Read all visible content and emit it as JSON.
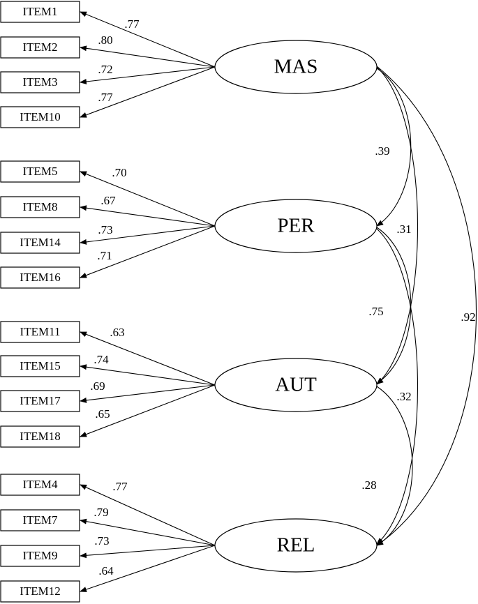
{
  "factors": [
    {
      "id": "mas",
      "label": "MAS",
      "items": [
        {
          "label": "ITEM1",
          "loading": ".77"
        },
        {
          "label": "ITEM2",
          "loading": ".80"
        },
        {
          "label": "ITEM3",
          "loading": ".72"
        },
        {
          "label": "ITEM10",
          "loading": ".77"
        }
      ]
    },
    {
      "id": "per",
      "label": "PER",
      "items": [
        {
          "label": "ITEM5",
          "loading": ".70"
        },
        {
          "label": "ITEM8",
          "loading": ".67"
        },
        {
          "label": "ITEM14",
          "loading": ".73"
        },
        {
          "label": "ITEM16",
          "loading": ".71"
        }
      ]
    },
    {
      "id": "aut",
      "label": "AUT",
      "items": [
        {
          "label": "ITEM11",
          "loading": ".63"
        },
        {
          "label": "ITEM15",
          "loading": ".74"
        },
        {
          "label": "ITEM17",
          "loading": ".69"
        },
        {
          "label": "ITEM18",
          "loading": ".65"
        }
      ]
    },
    {
      "id": "rel",
      "label": "REL",
      "items": [
        {
          "label": "ITEM4",
          "loading": ".77"
        },
        {
          "label": "ITEM7",
          "loading": ".79"
        },
        {
          "label": "ITEM9",
          "loading": ".73"
        },
        {
          "label": "ITEM12",
          "loading": ".64"
        }
      ]
    }
  ],
  "correlations": [
    {
      "from": "MAS",
      "to": "PER",
      "value": ".39"
    },
    {
      "from": "MAS",
      "to": "AUT",
      "value": ".31"
    },
    {
      "from": "MAS",
      "to": "REL",
      "value": ".92"
    },
    {
      "from": "PER",
      "to": "AUT",
      "value": ".75"
    },
    {
      "from": "PER",
      "to": "REL",
      "value": ".32"
    },
    {
      "from": "AUT",
      "to": "REL",
      "value": ".28"
    }
  ]
}
